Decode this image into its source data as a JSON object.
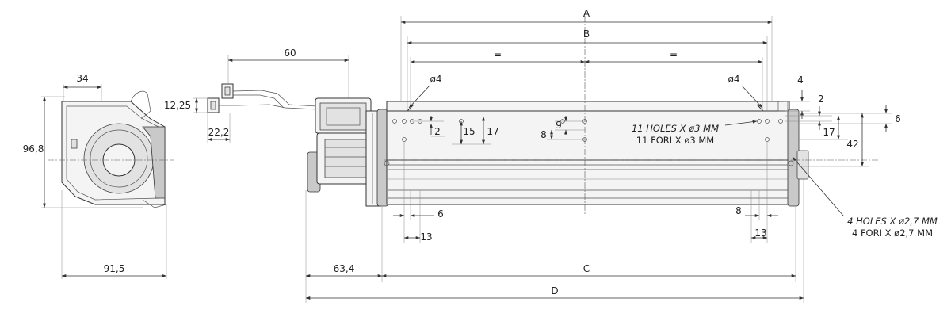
{
  "dimensions": {
    "A": "A",
    "B": "B",
    "C": "C",
    "D": "D",
    "equal_left": "=",
    "equal_right": "=",
    "side_width_top": "34",
    "side_height": "96,8",
    "side_width_bottom": "91,5",
    "cable_length": "60",
    "connector_height": "12,25",
    "connector_offset": "22,2",
    "motor_offset": "63,4",
    "hole_dia_left": "ø4",
    "hole_dia_right": "ø4",
    "left_2": "2",
    "left_15": "15",
    "left_17": "17",
    "center_9": "9",
    "center_8": "8",
    "bottom_left_6": "6",
    "bottom_left_13": "13",
    "bottom_right_8": "8",
    "bottom_right_13": "13",
    "right_4": "4",
    "right_2": "2",
    "right_6": "6",
    "right_17": "17",
    "right_42": "42"
  },
  "notes": {
    "holes_11_en": "11 HOLES X ø3 MM",
    "holes_11_it": "11 FORI X ø3 MM",
    "holes_4_en": "4 HOLES X ø2,7 MM",
    "holes_4_it": "4 FORI X ø2,7 MM"
  }
}
